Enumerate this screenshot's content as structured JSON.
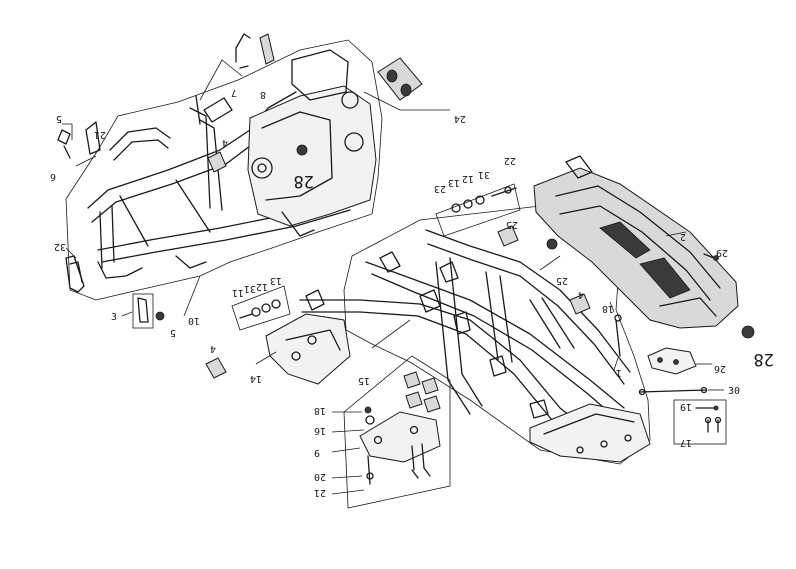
{
  "callouts": [
    {
      "id": "c1",
      "text": "1"
    },
    {
      "id": "c2",
      "text": "2"
    },
    {
      "id": "c3",
      "text": "3"
    },
    {
      "id": "c4a",
      "text": "4"
    },
    {
      "id": "c4b",
      "text": "4"
    },
    {
      "id": "c4c",
      "text": "4"
    },
    {
      "id": "c5a",
      "text": "5"
    },
    {
      "id": "c5b",
      "text": "5"
    },
    {
      "id": "c6",
      "text": "6"
    },
    {
      "id": "c7",
      "text": "7"
    },
    {
      "id": "c8",
      "text": "8"
    },
    {
      "id": "c9",
      "text": "9"
    },
    {
      "id": "c10",
      "text": "10"
    },
    {
      "id": "c11",
      "text": "11"
    },
    {
      "id": "c12a",
      "text": "12"
    },
    {
      "id": "c12b",
      "text": "12"
    },
    {
      "id": "c13a",
      "text": "13"
    },
    {
      "id": "c13b",
      "text": "13"
    },
    {
      "id": "c14",
      "text": "14"
    },
    {
      "id": "c15",
      "text": "15"
    },
    {
      "id": "c16",
      "text": "16"
    },
    {
      "id": "c17",
      "text": "17"
    },
    {
      "id": "c18a",
      "text": "18"
    },
    {
      "id": "c18b",
      "text": "18"
    },
    {
      "id": "c19",
      "text": "19"
    },
    {
      "id": "c20",
      "text": "20"
    },
    {
      "id": "c21a",
      "text": "21"
    },
    {
      "id": "c21b",
      "text": "21"
    },
    {
      "id": "c22",
      "text": "22"
    },
    {
      "id": "c23",
      "text": "23"
    },
    {
      "id": "c24",
      "text": "24"
    },
    {
      "id": "c25",
      "text": "25"
    },
    {
      "id": "c26",
      "text": "26"
    },
    {
      "id": "c28a",
      "text": "28"
    },
    {
      "id": "c28b",
      "text": "28"
    },
    {
      "id": "c29",
      "text": "29"
    },
    {
      "id": "c30",
      "text": "30"
    },
    {
      "id": "c31a",
      "text": "31"
    },
    {
      "id": "c31b",
      "text": "31"
    },
    {
      "id": "c32",
      "text": "32"
    }
  ]
}
